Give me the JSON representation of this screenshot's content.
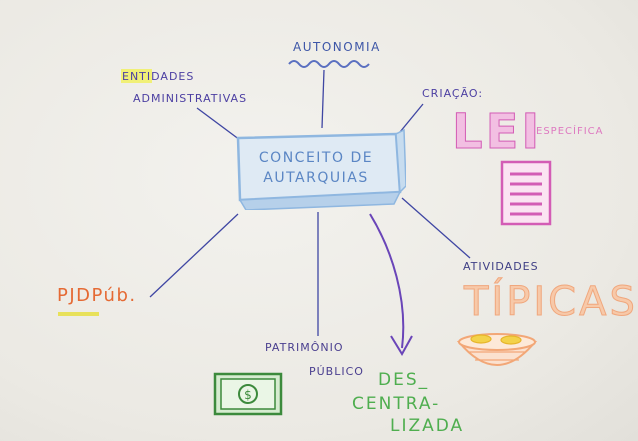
{
  "center": {
    "line1": "CONCEITO DE",
    "line2": "AUTARQUIAS"
  },
  "labels": {
    "autonomia": "AUTONOMIA",
    "entidades": "ENTIDADES",
    "administrativas": "ADMINISTRATIVAS",
    "criacao": "CRIAÇÃO:",
    "lei": "LEI",
    "especifica": "ESPECÍFICA",
    "atividades": "ATIVIDADES",
    "tipicas": "TÍPICAS",
    "pjdpub": "PJDPúb.",
    "patrimonio": "PATRIMÔNIO",
    "publico": "PÚBLICO",
    "des": "DES_",
    "centra": "CENTRA-",
    "lizada": "LIZADA"
  },
  "colors": {
    "center_box": "#8fb7e0",
    "branch_line": "#3f46a3",
    "arrow": "#6a45b8",
    "lei": "#d35cb5",
    "tipicas": "#f0a77d",
    "pjdpub": "#e56a34",
    "descentralizada": "#4fae4f",
    "highlight": "#f1ef6a"
  },
  "icons": [
    "document-icon",
    "money-bill-icon",
    "coins-bowl-icon",
    "wave-underline-icon"
  ]
}
